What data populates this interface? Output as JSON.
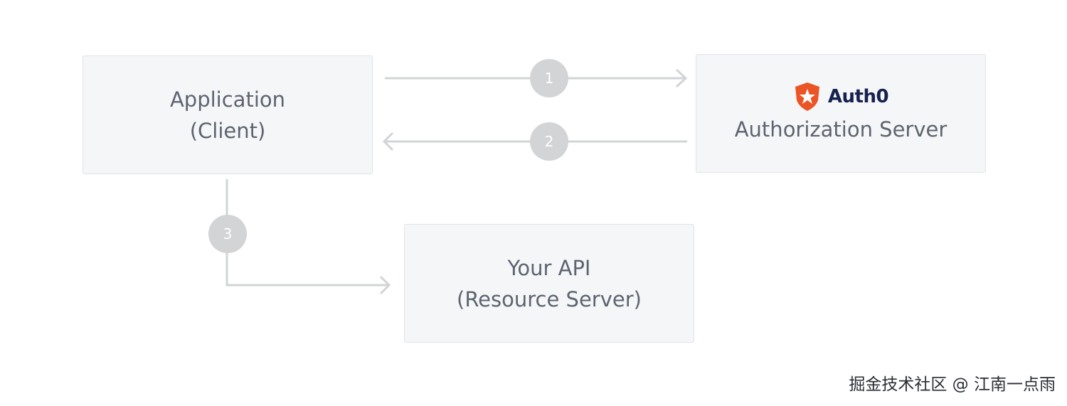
{
  "application": {
    "line1": "Application",
    "line2": "(Client)"
  },
  "auth_server": {
    "brand": "Auth0",
    "logo_icon": "auth0-shield-icon",
    "label": "Authorization Server",
    "brand_color": "#eb5424"
  },
  "api": {
    "line1": "Your API",
    "line2": "(Resource Server)"
  },
  "steps": [
    {
      "label": "1"
    },
    {
      "label": "2"
    },
    {
      "label": "3"
    }
  ],
  "watermark": "掘金技术社区 @ 江南一点雨",
  "colors": {
    "box_fill": "#f5f6f8",
    "box_border": "#dfe2e6",
    "text": "#5d6470",
    "connector": "#d2d4d6"
  }
}
